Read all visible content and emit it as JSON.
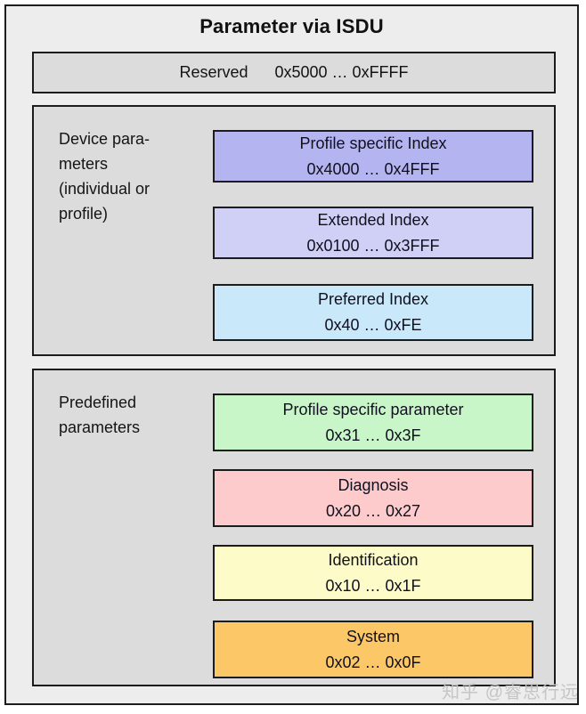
{
  "title": "Parameter via ISDU",
  "reserved": {
    "label": "Reserved",
    "range": "0x5000 … 0xFFFF"
  },
  "device": {
    "label": "Device para-\nmeters\n(individual or\nprofile)",
    "boxes": [
      {
        "title": "Profile specific Index",
        "range": "0x4000 … 0x4FFF",
        "color": "#b4b4f0"
      },
      {
        "title": "Extended Index",
        "range": "0x0100 … 0x3FFF",
        "color": "#d0d0f6"
      },
      {
        "title": "Preferred Index",
        "range": "0x40 … 0xFE",
        "color": "#c9e8fa"
      }
    ]
  },
  "predefined": {
    "label": "Predefined\nparameters",
    "boxes": [
      {
        "title": "Profile specific parameter",
        "range": "0x31 … 0x3F",
        "color": "#c9f6c9"
      },
      {
        "title": "Diagnosis",
        "range": "0x20 … 0x27",
        "color": "#fdcbcb"
      },
      {
        "title": "Identification",
        "range": "0x10 … 0x1F",
        "color": "#fdfbc8"
      },
      {
        "title": "System",
        "range": "0x02 … 0x0F",
        "color": "#fcc867"
      }
    ]
  },
  "watermark": "知乎 @睿思行远",
  "colors": {
    "outer_background": "#ededed",
    "section_background": "#dcdcdc",
    "border": "#1c1c1c"
  }
}
